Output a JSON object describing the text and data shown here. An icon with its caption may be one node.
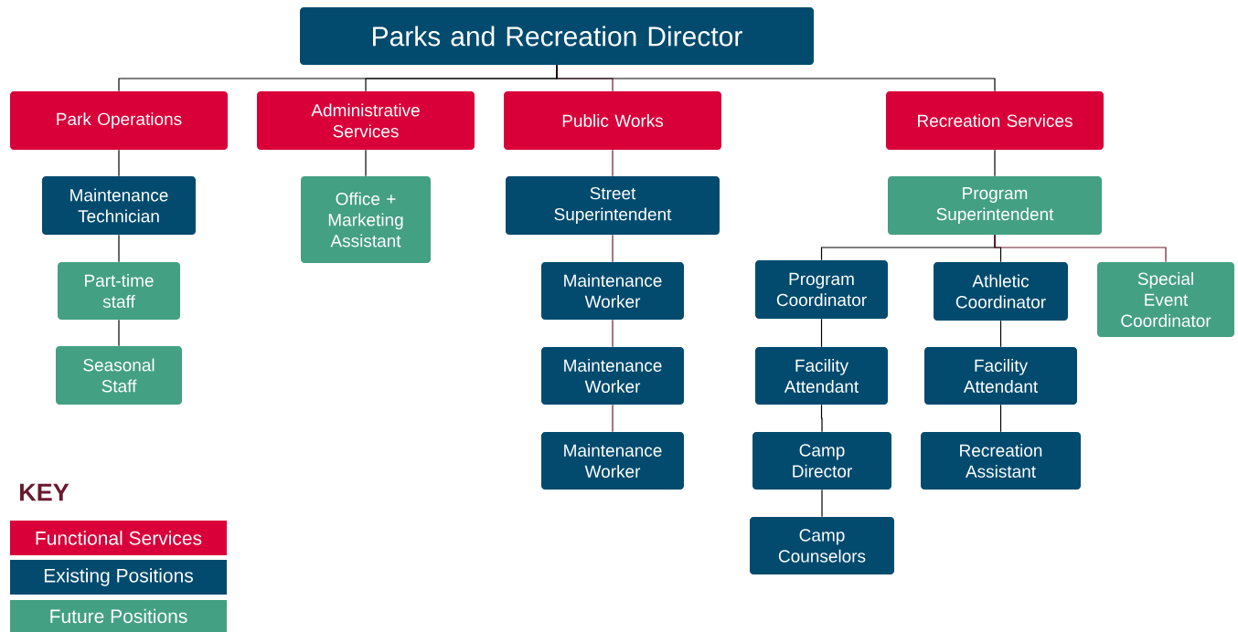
{
  "diagram": {
    "nodes": [
      {
        "text": [
          "Parks and Recreation Director"
        ]
      },
      {
        "text": [
          "Park Operations"
        ]
      },
      {
        "text": [
          "Administrative Services"
        ]
      },
      {
        "text": [
          "Public Works"
        ]
      },
      {
        "text": [
          "Recreation Services"
        ]
      },
      {
        "text": [
          "Maintenance Technician"
        ]
      },
      {
        "text": [
          "Part-time staff"
        ]
      },
      {
        "text": [
          "Seasonal Staff"
        ]
      },
      {
        "text": [
          "Office + Marketing Assistant"
        ]
      },
      {
        "text": [
          "Street Superintendent"
        ]
      },
      {
        "text": [
          "Maintenance Worker"
        ]
      },
      {
        "text": [
          "Maintenance Worker"
        ]
      },
      {
        "text": [
          "Maintenance Worker"
        ]
      },
      {
        "text": [
          "Program Superintendent"
        ]
      },
      {
        "text": [
          "Program Coordinator"
        ]
      },
      {
        "text": [
          "Athletic Coordinator"
        ]
      },
      {
        "text": [
          "Special Event Coordinator"
        ]
      },
      {
        "text": [
          "Facility Attendant"
        ]
      },
      {
        "text": [
          "Camp Director"
        ]
      },
      {
        "text": [
          "Camp Counselors"
        ]
      },
      {
        "text": [
          "Facility Attendant"
        ]
      },
      {
        "text": [
          "Recreation Assistant"
        ]
      }
    ],
    "edges": [
      {
        "from": 0,
        "to": 1,
        "arrow": "none"
      },
      {
        "from": 0,
        "to": 2,
        "arrow": "none"
      },
      {
        "from": 0,
        "to": 3,
        "arrow": "none",
        "color": "#6b1a30"
      },
      {
        "from": 0,
        "to": 4,
        "arrow": "none"
      },
      {
        "from": 1,
        "to": 5,
        "arrow": "none"
      },
      {
        "from": 5,
        "to": 6,
        "arrow": "none"
      },
      {
        "from": 6,
        "to": 7,
        "arrow": "none"
      },
      {
        "from": 2,
        "to": 8,
        "arrow": "none"
      },
      {
        "from": 3,
        "to": 9,
        "arrow": "none",
        "color": "#6b1a30"
      },
      {
        "from": 9,
        "to": 10,
        "arrow": "none",
        "color": "#6b1a30"
      },
      {
        "from": 10,
        "to": 11,
        "arrow": "none",
        "color": "#6b1a30"
      },
      {
        "from": 11,
        "to": 12,
        "arrow": "none",
        "color": "#6b1a30"
      },
      {
        "from": 4,
        "to": 13,
        "arrow": "none"
      },
      {
        "from": 13,
        "to": 14,
        "arrow": "none"
      },
      {
        "from": 13,
        "to": 15,
        "arrow": "none"
      },
      {
        "from": 13,
        "to": 16,
        "arrow": "none",
        "color": "#6b1a30"
      },
      {
        "from": 14,
        "to": 17,
        "arrow": "none"
      },
      {
        "from": 17,
        "to": 18,
        "arrow": "none"
      },
      {
        "from": 18,
        "to": 19,
        "arrow": "none"
      },
      {
        "from": 15,
        "to": 20,
        "arrow": "none"
      },
      {
        "from": 20,
        "to": 21,
        "arrow": "none"
      }
    ],
    "labels": [
      "KEY"
    ],
    "legend": [
      {
        "text": "Functional Services",
        "color": "#d9003a"
      },
      {
        "text": "Existing Positions",
        "color": "#024b6e"
      },
      {
        "text": "Future Positions",
        "color": "#44a082"
      }
    ]
  }
}
